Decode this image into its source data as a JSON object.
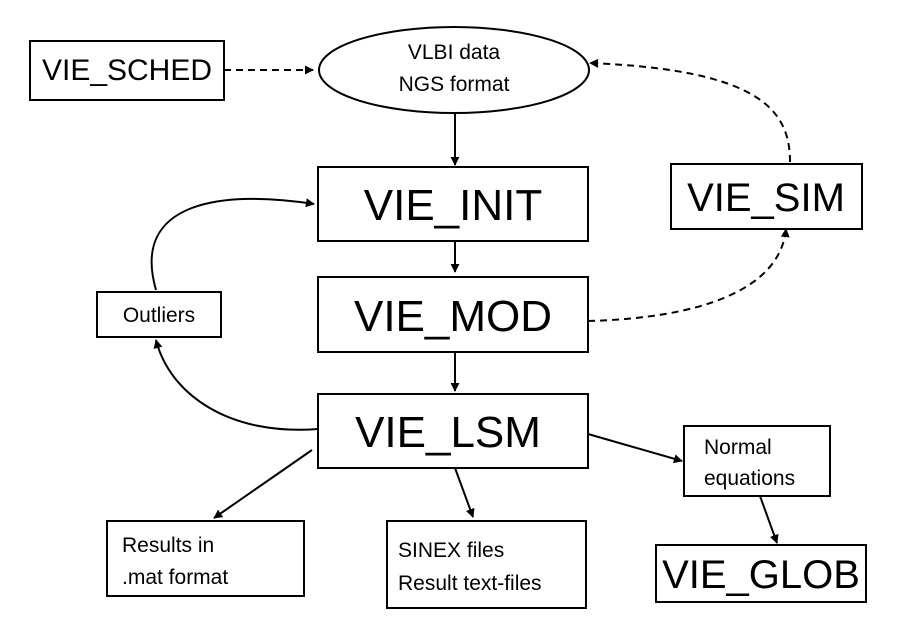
{
  "nodes": {
    "vie_sched": {
      "label": "VIE_SCHED"
    },
    "vlbi_data": {
      "line1": "VLBI data",
      "line2": "NGS format"
    },
    "vie_init": {
      "label": "VIE_INIT"
    },
    "vie_sim": {
      "label": "VIE_SIM"
    },
    "vie_mod": {
      "label": "VIE_MOD"
    },
    "outliers": {
      "label": "Outliers"
    },
    "vie_lsm": {
      "label": "VIE_LSM"
    },
    "normal_equations": {
      "line1": "Normal",
      "line2": "equations"
    },
    "results_mat": {
      "line1": "Results in",
      "line2": ".mat format"
    },
    "sinex_files": {
      "line1": "SINEX files",
      "line2": "Result text-files"
    },
    "vie_glob": {
      "label": "VIE_GLOB"
    }
  },
  "edges": [
    {
      "from": "vie_sched",
      "to": "vlbi_data",
      "style": "dashed"
    },
    {
      "from": "vlbi_data",
      "to": "vie_init",
      "style": "solid"
    },
    {
      "from": "vie_sim",
      "to": "vlbi_data",
      "style": "dashed"
    },
    {
      "from": "vie_init",
      "to": "vie_mod",
      "style": "solid"
    },
    {
      "from": "vie_mod",
      "to": "vie_sim",
      "style": "dashed"
    },
    {
      "from": "vie_mod",
      "to": "vie_lsm",
      "style": "solid"
    },
    {
      "from": "vie_lsm",
      "to": "outliers",
      "style": "solid"
    },
    {
      "from": "outliers",
      "to": "vie_init",
      "style": "solid"
    },
    {
      "from": "vie_lsm",
      "to": "normal_equations",
      "style": "solid"
    },
    {
      "from": "vie_lsm",
      "to": "results_mat",
      "style": "solid"
    },
    {
      "from": "vie_lsm",
      "to": "sinex_files",
      "style": "solid"
    },
    {
      "from": "normal_equations",
      "to": "vie_glob",
      "style": "solid"
    }
  ]
}
